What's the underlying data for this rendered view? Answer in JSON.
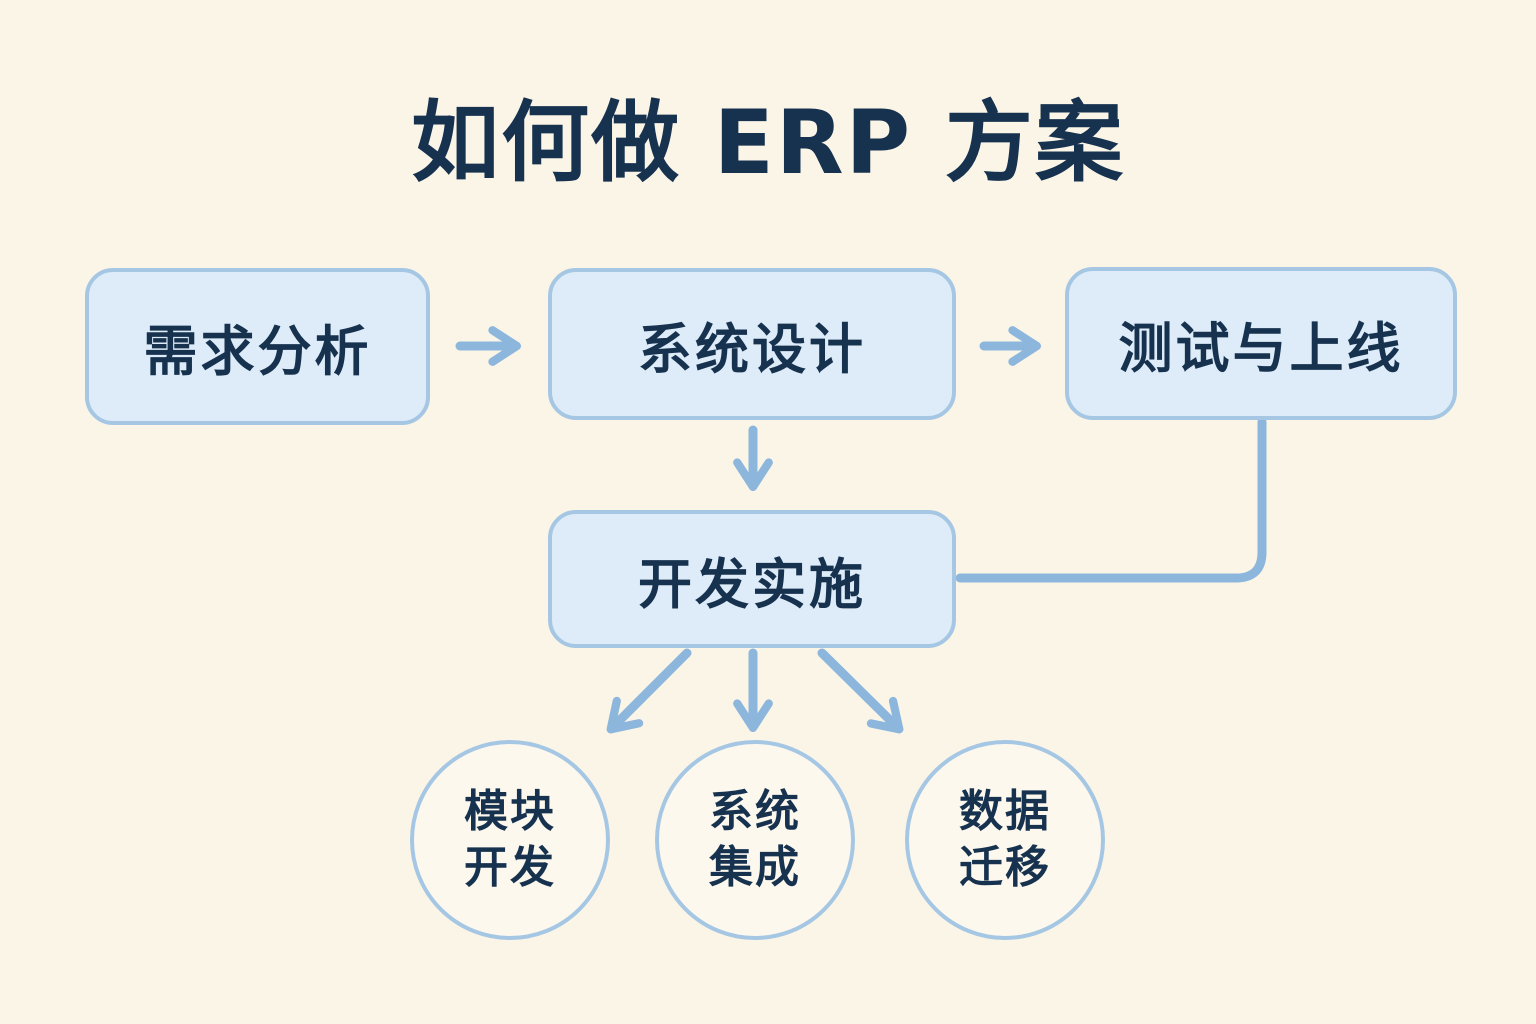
{
  "title": "如何做 ERP 方案",
  "nodes": {
    "requirements": {
      "label": "需求分析"
    },
    "design": {
      "label": "系统设计"
    },
    "testing": {
      "label": "测试与上线"
    },
    "development": {
      "label": "开发实施"
    },
    "module_dev": {
      "lines": [
        "模块",
        "开发"
      ]
    },
    "integration": {
      "lines": [
        "系统",
        "集成"
      ]
    },
    "migration": {
      "lines": [
        "数据",
        "迁移"
      ]
    }
  },
  "connectors": [
    {
      "from": "requirements",
      "to": "design",
      "type": "arrow-right"
    },
    {
      "from": "design",
      "to": "testing",
      "type": "arrow-right"
    },
    {
      "from": "design",
      "to": "development",
      "type": "arrow-down"
    },
    {
      "from": "testing",
      "to": "development",
      "type": "elbow-line"
    },
    {
      "from": "development",
      "to": "module_dev",
      "type": "arrow-down-left"
    },
    {
      "from": "development",
      "to": "integration",
      "type": "arrow-down"
    },
    {
      "from": "development",
      "to": "migration",
      "type": "arrow-down-right"
    }
  ],
  "colors": {
    "background": "#fbf5e8",
    "node_fill": "#ddecf8",
    "node_border": "#a5c7e3",
    "arrow": "#8cb6dc",
    "text": "#17324f",
    "circle_fill": "#fcf8ee"
  }
}
